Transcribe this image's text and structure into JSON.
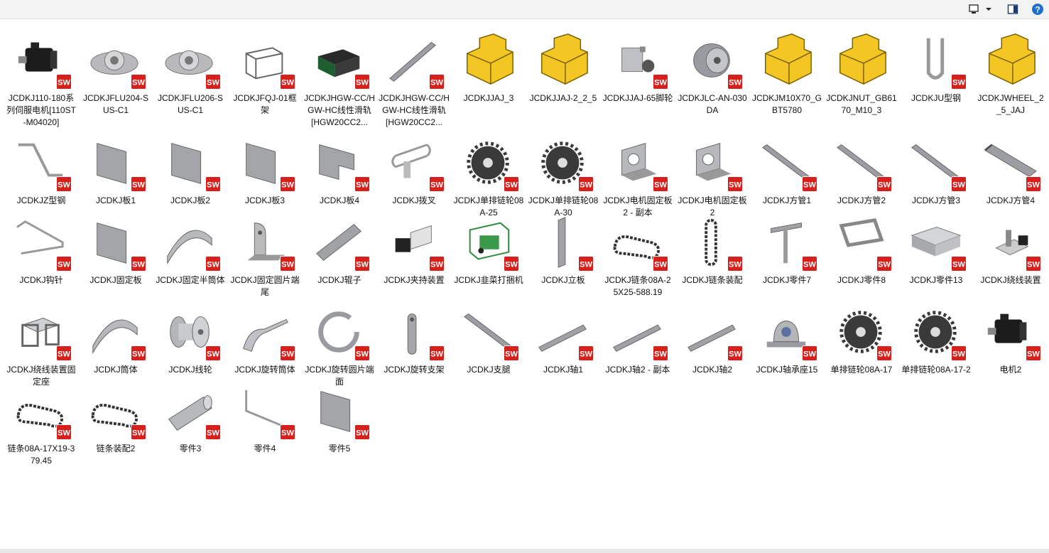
{
  "toolbar": {
    "icons": [
      "view-layout-icon",
      "chevron-down-icon",
      "preview-pane-icon",
      "help-icon"
    ]
  },
  "colors": {
    "sw_red": "#d7201c",
    "yellow": "#f3c623",
    "metal": "#a9abb0",
    "dark": "#2b2b2b"
  },
  "files": [
    {
      "label": "JCDKJ110-180系列伺服电机[110ST-M04020]",
      "icon": "servo-motor"
    },
    {
      "label": "JCDKJFLU204-SUS-C1",
      "icon": "flange-bearing"
    },
    {
      "label": "JCDKJFLU206-SUS-C1",
      "icon": "flange-bearing"
    },
    {
      "label": "JCDKJFQJ-01框架",
      "icon": "frame"
    },
    {
      "label": "JCDKJHGW-CC/HGW-HC线性滑轨[HGW20CC2...",
      "icon": "slide-block"
    },
    {
      "label": "JCDKJHGW-CC/HGW-HC线性滑轨[HGW20CC2...",
      "icon": "rail"
    },
    {
      "label": "JCDKJJAJ_3",
      "icon": "assembly"
    },
    {
      "label": "JCDKJJAJ-2_2_5",
      "icon": "assembly"
    },
    {
      "label": "JCDKJJAJ-65脚轮",
      "icon": "caster"
    },
    {
      "label": "JCDKJLC-AN-030DA",
      "icon": "coupling"
    },
    {
      "label": "JCDKJM10X70_GBT5780",
      "icon": "assembly"
    },
    {
      "label": "JCDKJNUT_GB6170_M10_3",
      "icon": "assembly"
    },
    {
      "label": "JCDKJU型钢",
      "icon": "u-steel"
    },
    {
      "label": "JCDKJWHEEL_2_5_JAJ",
      "icon": "assembly"
    },
    {
      "label": "JCDKJZ型钢",
      "icon": "z-steel"
    },
    {
      "label": "JCDKJ板1",
      "icon": "plate"
    },
    {
      "label": "JCDKJ板2",
      "icon": "plate"
    },
    {
      "label": "JCDKJ板3",
      "icon": "plate"
    },
    {
      "label": "JCDKJ板4",
      "icon": "plate-notch"
    },
    {
      "label": "JCDKJ拨叉",
      "icon": "fork"
    },
    {
      "label": "JCDKJ单排链轮08A-25",
      "icon": "sprocket"
    },
    {
      "label": "JCDKJ单排链轮08A-30",
      "icon": "sprocket"
    },
    {
      "label": "JCDKJ电机固定板2 - 副本",
      "icon": "bracket"
    },
    {
      "label": "JCDKJ电机固定板2",
      "icon": "bracket"
    },
    {
      "label": "JCDKJ方管1",
      "icon": "tube"
    },
    {
      "label": "JCDKJ方管2",
      "icon": "tube"
    },
    {
      "label": "JCDKJ方管3",
      "icon": "tube"
    },
    {
      "label": "JCDKJ方管4",
      "icon": "tube-thick"
    },
    {
      "label": "JCDKJ钩针",
      "icon": "hook"
    },
    {
      "label": "JCDKJ固定板",
      "icon": "plate"
    },
    {
      "label": "JCDKJ固定半筒体",
      "icon": "half-cylinder"
    },
    {
      "label": "JCDKJ固定圆片端尾",
      "icon": "round-plate"
    },
    {
      "label": "JCDKJ辊子",
      "icon": "roller"
    },
    {
      "label": "JCDKJ夹持装置",
      "icon": "clamp"
    },
    {
      "label": "JCDKJ韭菜打捆机",
      "icon": "machine"
    },
    {
      "label": "JCDKJ立板",
      "icon": "angle"
    },
    {
      "label": "JCDKJ链条08A-25X25-588.19",
      "icon": "chain"
    },
    {
      "label": "JCDKJ链条装配",
      "icon": "chain-vertical"
    },
    {
      "label": "JCDKJ零件7",
      "icon": "t-part"
    },
    {
      "label": "JCDKJ零件8",
      "icon": "rect-frame"
    },
    {
      "label": "JCDKJ零件13",
      "icon": "slab"
    },
    {
      "label": "JCDKJ绕线装置",
      "icon": "winding"
    },
    {
      "label": "JCDKJ绕线装置固定座",
      "icon": "seat"
    },
    {
      "label": "JCDKJ筒体",
      "icon": "half-cylinder"
    },
    {
      "label": "JCDKJ线轮",
      "icon": "spool"
    },
    {
      "label": "JCDKJ旋转筒体",
      "icon": "rotating-cylinder"
    },
    {
      "label": "JCDKJ旋转圆片端面",
      "icon": "disc"
    },
    {
      "label": "JCDKJ旋转支架",
      "icon": "support"
    },
    {
      "label": "JCDKJ支腿",
      "icon": "tube"
    },
    {
      "label": "JCDKJ轴1",
      "icon": "shaft"
    },
    {
      "label": "JCDKJ轴2 - 副本",
      "icon": "shaft"
    },
    {
      "label": "JCDKJ轴2",
      "icon": "shaft"
    },
    {
      "label": "JCDKJ轴承座15",
      "icon": "pillow-block"
    },
    {
      "label": "单排链轮08A-17",
      "icon": "sprocket"
    },
    {
      "label": "单排链轮08A-17-2",
      "icon": "sprocket"
    },
    {
      "label": "电机2",
      "icon": "servo-motor"
    },
    {
      "label": "链条08A-17X19-379.45",
      "icon": "chain"
    },
    {
      "label": "链条装配2",
      "icon": "chain"
    },
    {
      "label": "零件3",
      "icon": "cylinder"
    },
    {
      "label": "零件4",
      "icon": "l-rod"
    },
    {
      "label": "零件5",
      "icon": "plate"
    }
  ]
}
